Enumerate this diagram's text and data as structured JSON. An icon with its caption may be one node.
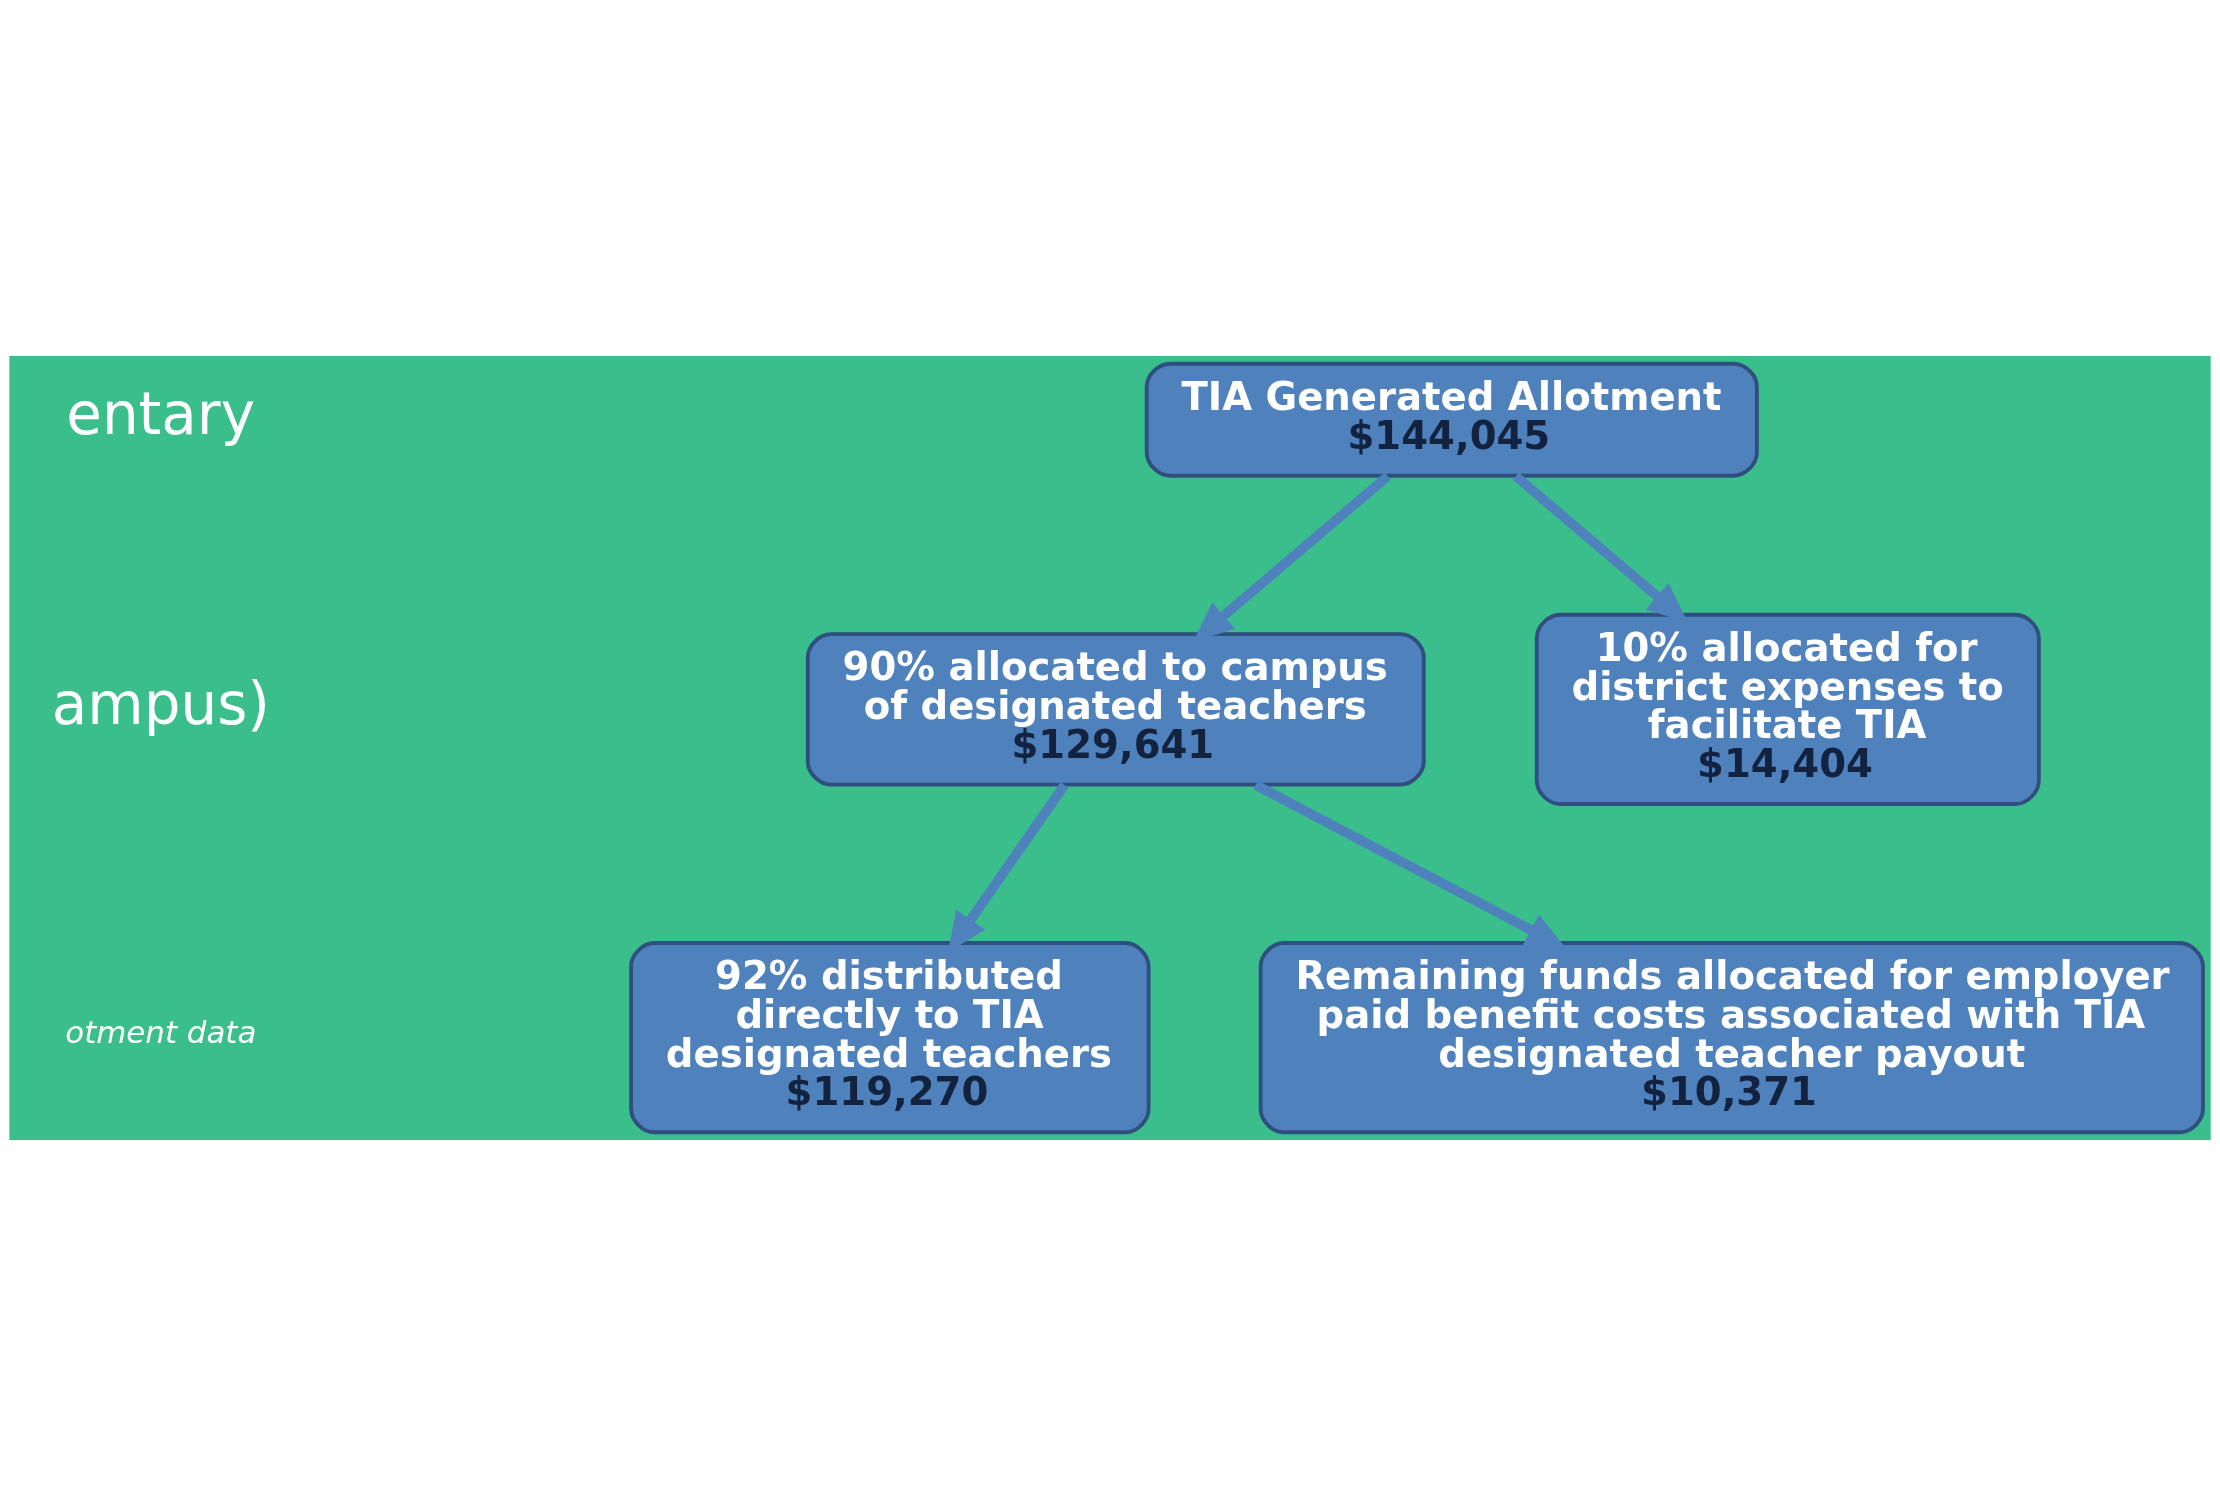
{
  "diagram": {
    "nodes": [
      {
        "text": [
          "TIA Generated Allotment",
          "$144,045"
        ]
      },
      {
        "text": [
          "90% allocated to campus of designated teachers",
          "$129,641"
        ]
      },
      {
        "text": [
          "10% allocated for district expenses to facilitate TIA",
          "$14,404"
        ]
      },
      {
        "text": [
          "92% distributed directly to TIA designated teachers",
          "$119,270"
        ]
      },
      {
        "text": [
          "Remaining funds allocated for employer paid benefit costs associated with TIA designated teacher payout",
          "$10,371"
        ]
      }
    ],
    "edges": [
      {
        "from": 0,
        "to": 1,
        "arrow": "to"
      },
      {
        "from": 0,
        "to": 2,
        "arrow": "to"
      },
      {
        "from": 1,
        "to": 3,
        "arrow": "to"
      },
      {
        "from": 1,
        "to": 4,
        "arrow": "to"
      }
    ],
    "labels": [
      "entary",
      "ampus)",
      "otment data"
    ]
  }
}
